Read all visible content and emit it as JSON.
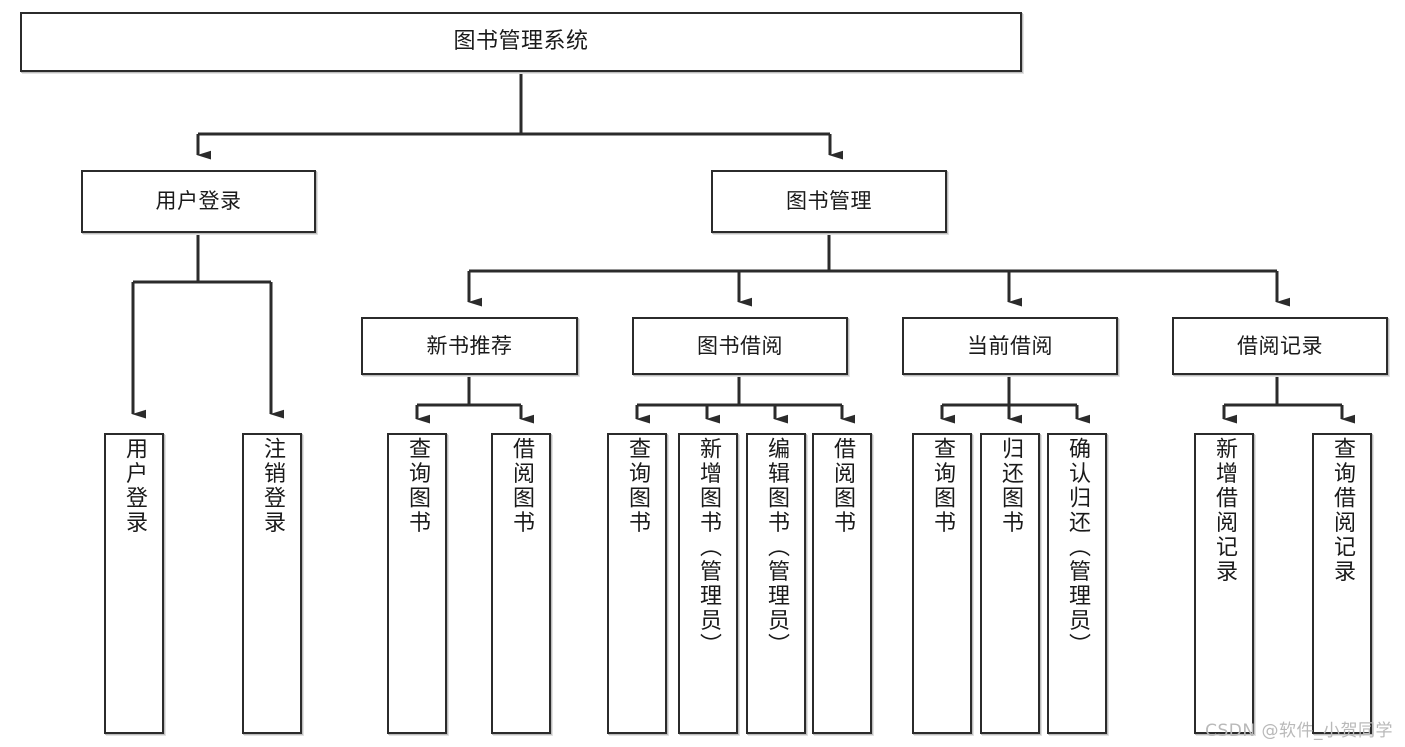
{
  "diagram": {
    "title": "图书管理系统",
    "type": "tree",
    "stroke_color": "#2b2b2b",
    "fill_color": "#ffffff",
    "background": "#ffffff"
  },
  "nodes": {
    "root": {
      "label": "图书管理系统"
    },
    "level1": [
      {
        "id": "user-login",
        "label": "用户登录"
      },
      {
        "id": "book-manage",
        "label": "图书管理"
      }
    ],
    "level2": [
      {
        "id": "new-book-rec",
        "label": "新书推荐"
      },
      {
        "id": "book-borrow",
        "label": "图书借阅"
      },
      {
        "id": "current-borrow",
        "label": "当前借阅"
      },
      {
        "id": "borrow-record",
        "label": "借阅记录"
      }
    ],
    "leaves": {
      "user_login": [
        {
          "id": "leaf-user-login",
          "label": "用户登录"
        },
        {
          "id": "leaf-logout",
          "label": "注销登录"
        }
      ],
      "new_book_rec": [
        {
          "id": "leaf-query-book-1",
          "label": "查询图书"
        },
        {
          "id": "leaf-borrow-book-1",
          "label": "借阅图书"
        }
      ],
      "book_borrow": [
        {
          "id": "leaf-query-book-2",
          "label": "查询图书"
        },
        {
          "id": "leaf-add-book",
          "label": "新增图书（管理员）"
        },
        {
          "id": "leaf-edit-book",
          "label": "编辑图书（管理员）"
        },
        {
          "id": "leaf-borrow-book-2",
          "label": "借阅图书"
        }
      ],
      "current_borrow": [
        {
          "id": "leaf-query-book-3",
          "label": "查询图书"
        },
        {
          "id": "leaf-return-book",
          "label": "归还图书"
        },
        {
          "id": "leaf-confirm-return",
          "label": "确认归还（管理员）"
        }
      ],
      "borrow_record": [
        {
          "id": "leaf-add-record",
          "label": "新增借阅记录"
        },
        {
          "id": "leaf-query-record",
          "label": "查询借阅记录"
        }
      ]
    }
  },
  "watermark": {
    "text": "CSDN @软件_小贺同学"
  }
}
